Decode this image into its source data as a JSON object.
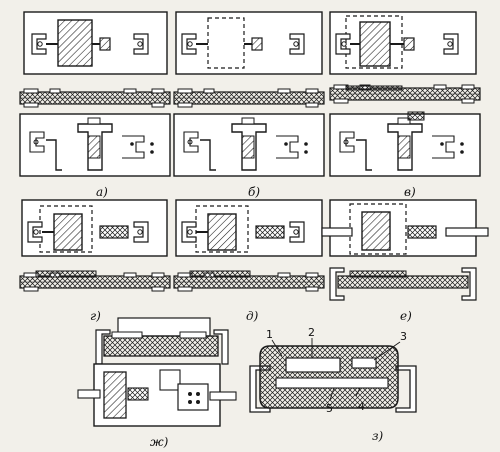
{
  "figure": {
    "panel_labels": {
      "a": "а)",
      "b": "б)",
      "v": "в)",
      "g": "г)",
      "d": "д)",
      "e": "е)",
      "zh": "ж)",
      "z": "з)"
    },
    "callouts": [
      "1",
      "2",
      "3",
      "4",
      "5"
    ]
  },
  "colors": {
    "ink": "#1a1a1a",
    "paper": "#f2f0ea",
    "fill": "#cfcac0"
  }
}
